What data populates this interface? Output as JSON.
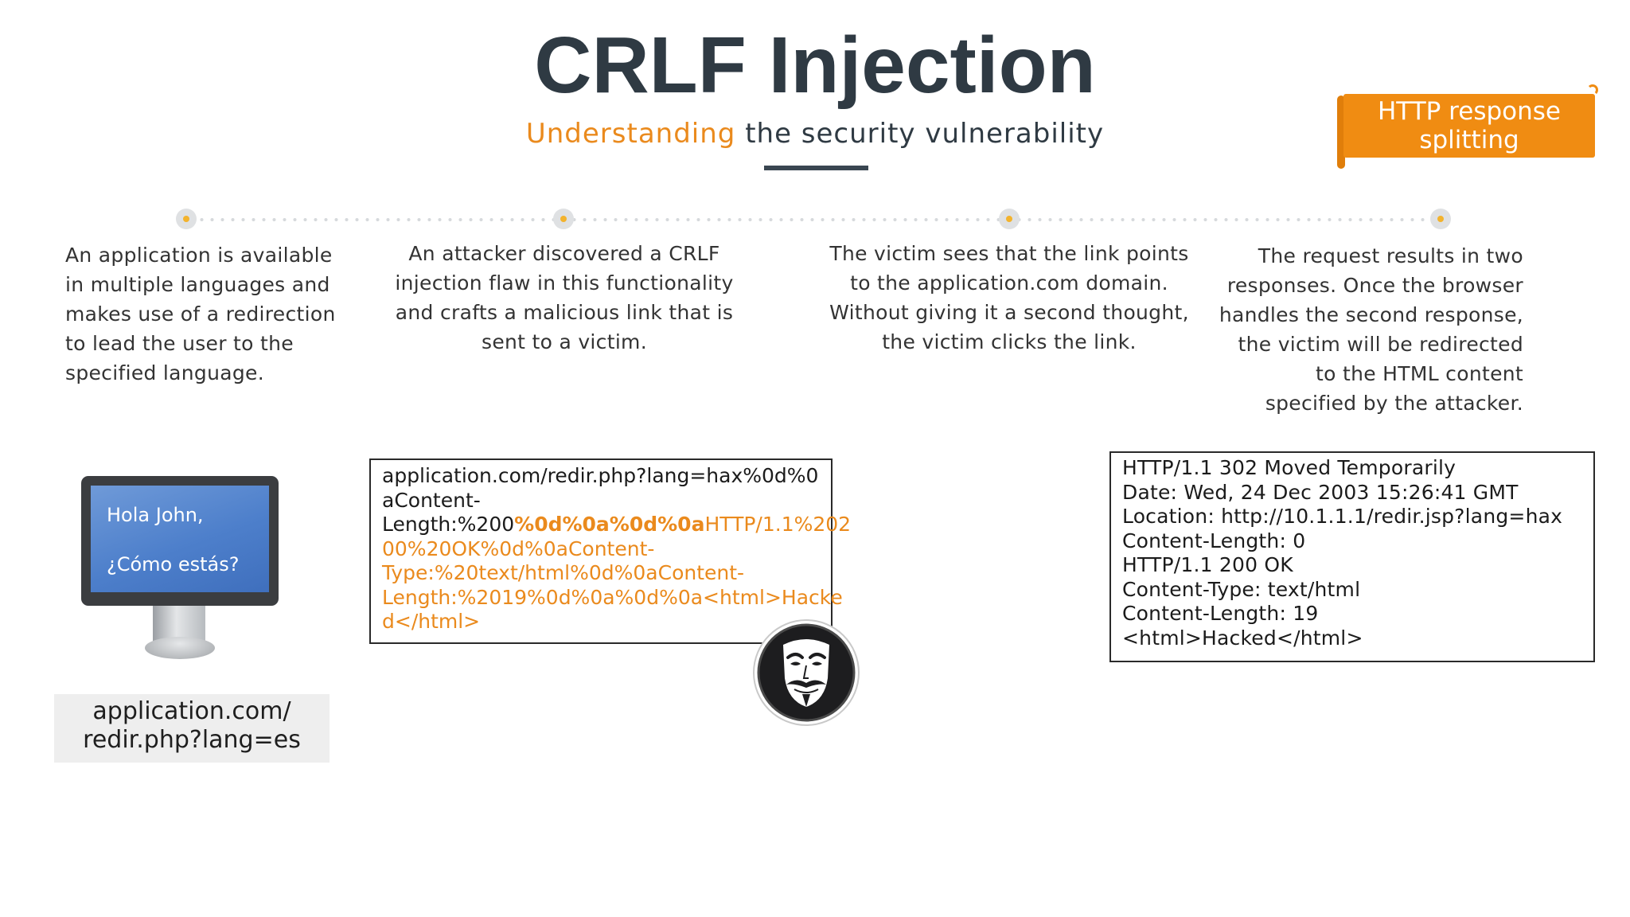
{
  "title": "CRLF Injection",
  "subtitle": {
    "accent": "Understanding",
    "rest": "the security vulnerability"
  },
  "ribbon": {
    "line1": "HTTP response",
    "line2": "splitting"
  },
  "colors": {
    "accent": "#ea8a1d",
    "ribbon": "#f08c12",
    "title": "#2f3a43",
    "timeline_dot": "#f3b32d"
  },
  "steps": [
    {
      "lines": [
        "An application is available",
        "in multiple languages and",
        "makes use of a redirection",
        "to lead the user to the",
        "specified language."
      ]
    },
    {
      "lines": [
        "An attacker discovered a CRLF",
        "injection flaw in this functionality",
        "and crafts a malicious link that is",
        "sent to a victim."
      ]
    },
    {
      "lines": [
        "The victim sees that the link points",
        "to the application.com domain.",
        "Without giving it a second thought,",
        "the victim clicks the link."
      ]
    },
    {
      "lines": [
        "The request results in two",
        "responses. Once the browser",
        "handles the second response,",
        "the victim will be redirected",
        "to the HTML content",
        "specified by the attacker."
      ]
    }
  ],
  "monitor": {
    "screen_line1": "Hola John,",
    "screen_line2": "¿Cómo estás?",
    "icon": "monitor-icon"
  },
  "url_box": {
    "line1": "application.com/",
    "line2": "redir.php?lang=es"
  },
  "payload": {
    "line1": "application.com/redir.php?lang=hax%0d%0",
    "line2": "aContent-",
    "line3_plain": "Length:%200",
    "line3_bold": "%0d%0a%0d%0a",
    "line3_orange": "HTTP/1.1%202",
    "line4": "00%20OK%0d%0aContent-",
    "line5": "Type:%20text/html%0d%0aContent-",
    "line6": "Length:%2019%0d%0a%0d%0a<html>Hacke",
    "line7": "d</html>"
  },
  "attacker_icon": "guy-fawkes-mask-icon",
  "response": {
    "lines_plain": [
      "HTTP/1.1 302 Moved Temporarily",
      "Date: Wed, 24 Dec 2003 15:26:41 GMT",
      "Location: http://10.1.1.1/redir.jsp?lang=hax",
      "Content-Length: 0"
    ],
    "lines_orange": [
      "HTTP/1.1 200 OK",
      "Content-Type: text/html",
      "Content-Length: 19",
      "<html>Hacked</html>"
    ]
  }
}
